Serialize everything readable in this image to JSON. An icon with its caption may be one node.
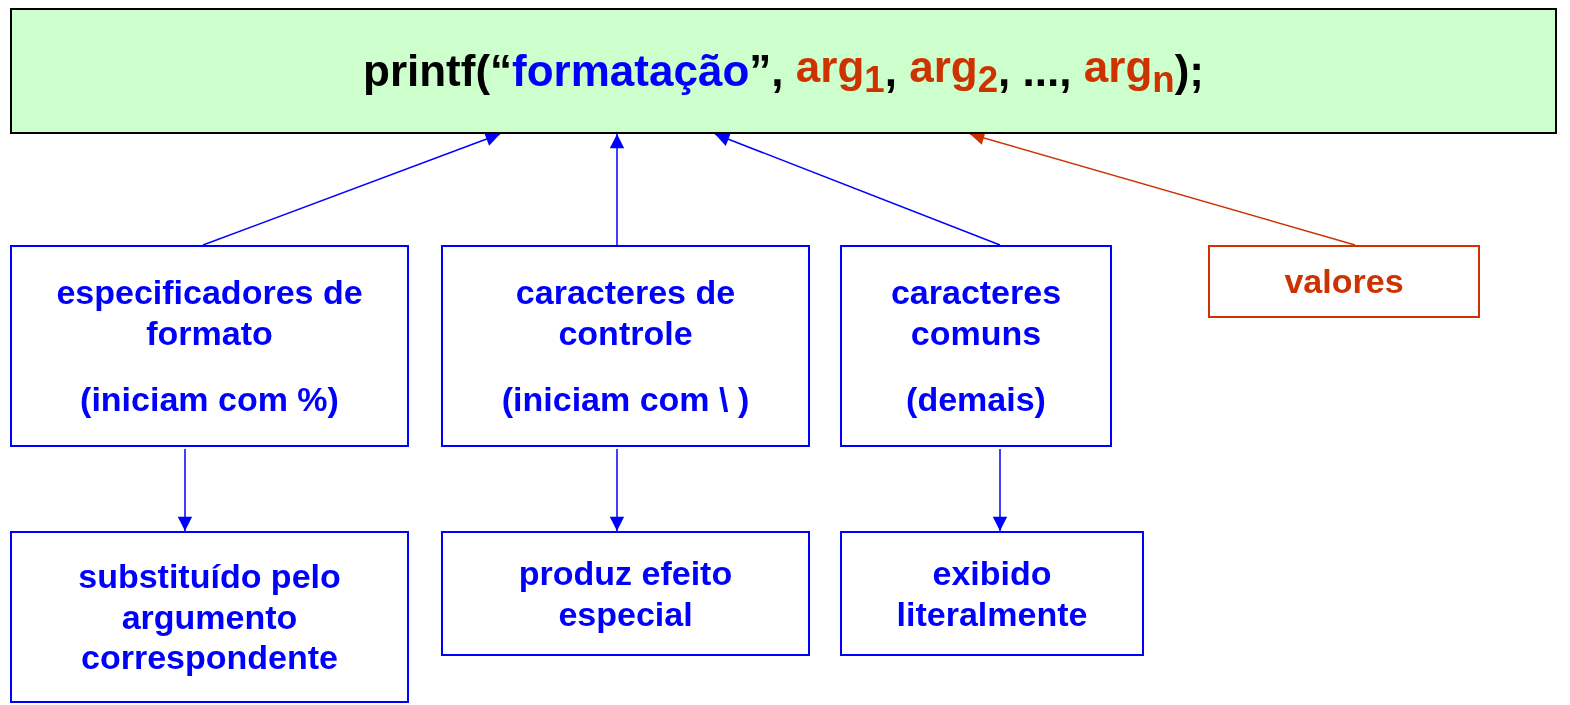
{
  "diagram": {
    "nodes": [
      {
        "text": [
          "printf(“",
          "formatação",
          "”,",
          "arg$_{1}$",
          ",",
          "arg$_{2}$",
          ", ...,",
          "arg$_{n}$",
          ");"
        ]
      },
      {
        "text": [
          "especificadores de formato",
          "(iniciam com %)"
        ]
      },
      {
        "text": [
          "caracteres de controle",
          "(iniciam com \\ )"
        ]
      },
      {
        "text": [
          "caracteres comuns",
          "(demais)"
        ]
      },
      {
        "text": [
          "valores"
        ]
      },
      {
        "text": [
          "substituído pelo argumento correspondente"
        ]
      },
      {
        "text": [
          "produz efeito especial"
        ]
      },
      {
        "text": [
          "exibido literalmente"
        ]
      }
    ],
    "edges": [
      {
        "from": 1,
        "to": 0,
        "arrow": "to"
      },
      {
        "from": 2,
        "to": 0,
        "arrow": "to"
      },
      {
        "from": 3,
        "to": 0,
        "arrow": "to"
      },
      {
        "from": 4,
        "to": 0,
        "arrow": "to",
        "color": "#cc3300"
      },
      {
        "from": 1,
        "to": 5,
        "arrow": "to"
      },
      {
        "from": 2,
        "to": 6,
        "arrow": "to"
      },
      {
        "from": 3,
        "to": 7,
        "arrow": "to"
      }
    ]
  }
}
